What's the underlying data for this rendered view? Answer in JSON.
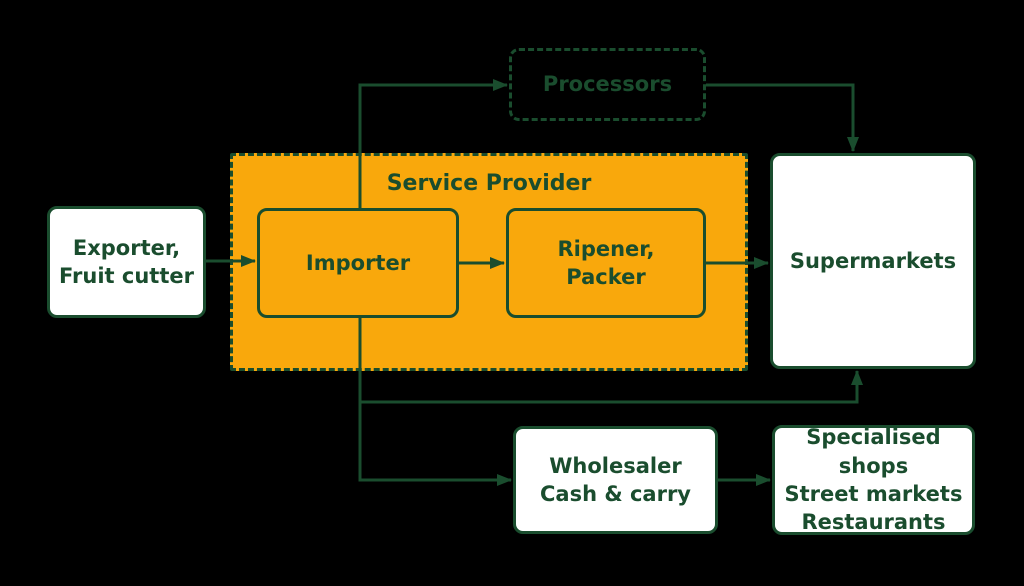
{
  "diagram": {
    "group": {
      "service_provider_label": "Service Provider"
    },
    "nodes": {
      "exporter": {
        "label": "Exporter,\nFruit cutter"
      },
      "importer": {
        "label": "Importer"
      },
      "ripener": {
        "label": "Ripener,\nPacker"
      },
      "processors": {
        "label": "Processors"
      },
      "supermarkets": {
        "label": "Supermarkets"
      },
      "wholesaler": {
        "label": "Wholesaler\nCash & carry"
      },
      "specialised": {
        "label": "Specialised shops\nStreet markets\nRestaurants"
      }
    },
    "edges": [
      "exporter -> importer",
      "importer -> ripener",
      "ripener -> supermarkets",
      "importer -> processors",
      "processors -> supermarkets",
      "importer -> wholesaler",
      "importer -> supermarkets (bypass)",
      "wholesaler -> specialised"
    ],
    "colors": {
      "background": "#000000",
      "box_fill_orange": "#F9A80C",
      "box_fill_white": "#FFFFFF",
      "line_green": "#1A4D2E",
      "text_green": "#1A4D2E"
    }
  }
}
